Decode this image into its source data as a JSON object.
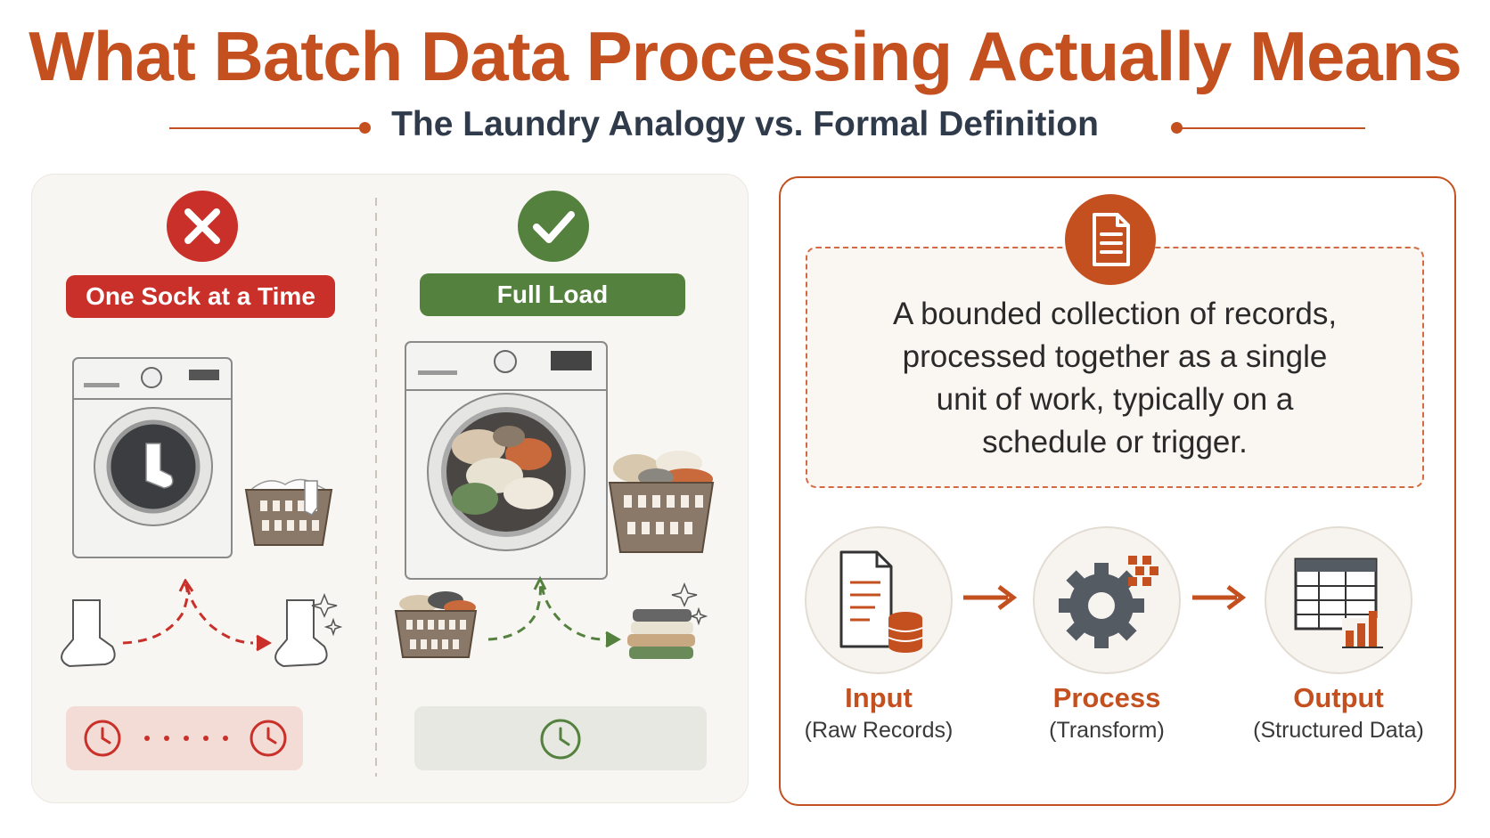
{
  "title": "What Batch Data Processing Actually Means",
  "subtitle": "The Laundry Analogy vs. Formal Definition",
  "left": {
    "bad": {
      "label": "One Sock at a Time",
      "icon": "x-mark-icon"
    },
    "good": {
      "label": "Full Load",
      "icon": "check-mark-icon"
    }
  },
  "definition": {
    "lines": [
      "A bounded collection of records,",
      "processed together as a single",
      "unit of work, typically on a",
      "schedule or trigger."
    ]
  },
  "steps": [
    {
      "label": "Input",
      "sub": "(Raw Records)",
      "icon": "document-database-icon"
    },
    {
      "label": "Process",
      "sub": "(Transform)",
      "icon": "gear-icon"
    },
    {
      "label": "Output",
      "sub": "(Structured Data)",
      "icon": "table-chart-icon"
    }
  ],
  "colors": {
    "accent": "#c4501f",
    "bad": "#c9302a",
    "good": "#55813f",
    "text_dark": "#2f3a4a"
  }
}
